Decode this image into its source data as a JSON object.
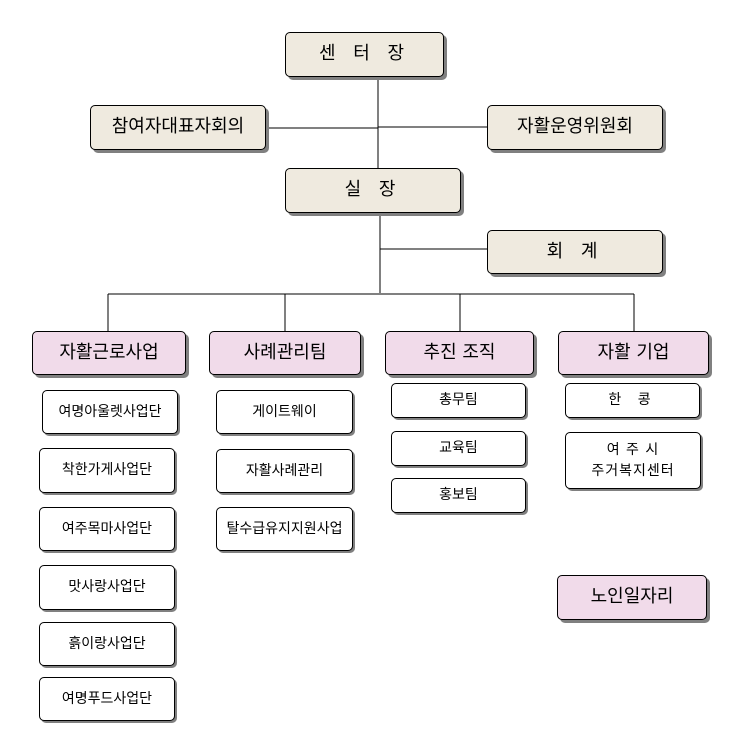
{
  "top": {
    "director": "센 터 장",
    "left_committee": "참여자대표자회의",
    "right_committee": "자활운영위원회",
    "manager": "실 장",
    "accounting": "회 계"
  },
  "divisions": [
    {
      "label": "자활근로사업",
      "items": [
        "여명아울렛사업단",
        "착한가게사업단",
        "여주목마사업단",
        "맛사랑사업단",
        "흙이랑사업단",
        "여명푸드사업단"
      ]
    },
    {
      "label": "사례관리팀",
      "items": [
        "게이트웨이",
        "자활사례관리",
        "탈수급유지지원사업"
      ]
    },
    {
      "label": "추진 조직",
      "items": [
        "총무팀",
        "교육팀",
        "홍보팀"
      ]
    },
    {
      "label": "자활 기업",
      "items": [
        "한 콩",
        "여 주 시\n주거복지센터"
      ]
    }
  ],
  "extra": {
    "senior_jobs": "노인일자리"
  }
}
